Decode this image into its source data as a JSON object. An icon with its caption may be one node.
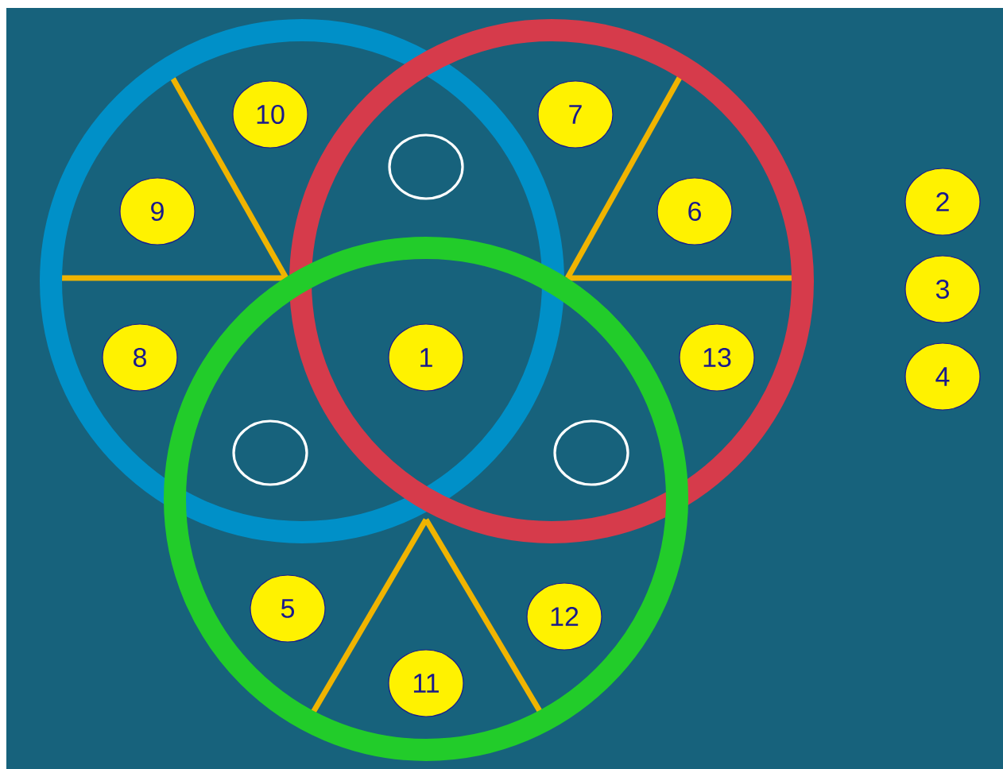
{
  "diagram": {
    "nodes": [
      {
        "text": [],
        "shape": "circle"
      },
      {
        "text": [],
        "shape": "circle"
      },
      {
        "text": [],
        "shape": "circle"
      },
      {
        "text": [
          "10"
        ],
        "in": 0
      },
      {
        "text": [
          "7"
        ],
        "in": 1
      },
      {
        "text": [],
        "shape": "circle"
      },
      {
        "text": [
          "2"
        ]
      },
      {
        "text": [
          "9"
        ],
        "in": 0
      },
      {
        "text": [
          "6"
        ],
        "in": 1
      },
      {
        "text": [
          "3"
        ]
      },
      {
        "text": [
          "8"
        ],
        "in": 0
      },
      {
        "text": [
          "1"
        ]
      },
      {
        "text": [
          "13"
        ],
        "in": 1
      },
      {
        "text": [
          "4"
        ]
      },
      {
        "text": [],
        "shape": "circle"
      },
      {
        "text": [],
        "shape": "circle"
      },
      {
        "text": [
          "5"
        ],
        "in": 2
      },
      {
        "text": [
          "12"
        ],
        "in": 2
      },
      {
        "text": [
          "11"
        ],
        "in": 2
      }
    ]
  }
}
